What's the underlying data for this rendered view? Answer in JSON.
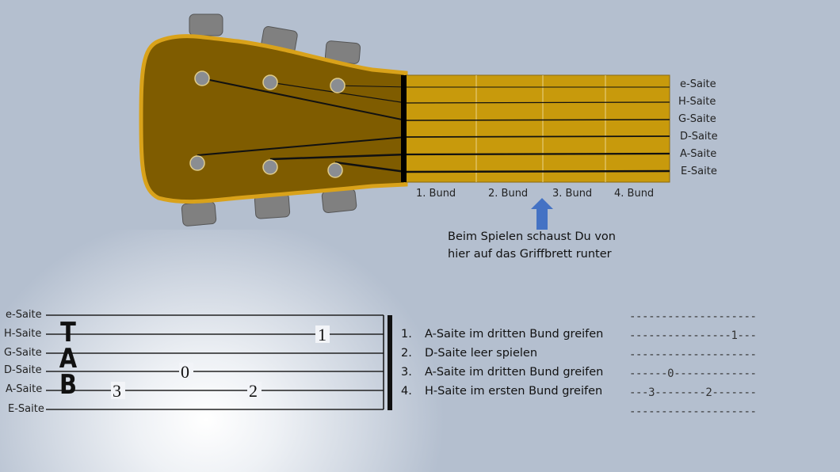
{
  "fretboard": {
    "string_labels": [
      "e-Saite",
      "H-Saite",
      "G-Saite",
      "D-Saite",
      "A-Saite",
      "E-Saite"
    ],
    "fret_labels": [
      "1. Bund",
      "2. Bund",
      "3. Bund",
      "4. Bund"
    ],
    "caption_line1": "Beim Spielen schaust Du von",
    "caption_line2": "hier auf das Griffbrett runter",
    "colors": {
      "headstock": "#7f5c00",
      "headstock_edge": "#d9a21a",
      "fretboard": "#c89a0c",
      "arrow": "#4472c4",
      "tuner": "#7f7f7f"
    }
  },
  "tab": {
    "string_labels": [
      "e-Saite",
      "H-Saite",
      "G-Saite",
      "D-Saite",
      "A-Saite",
      "E-Saite"
    ],
    "clef": [
      "T",
      "A",
      "B"
    ],
    "notes": [
      {
        "string": "A-Saite",
        "fret": "3"
      },
      {
        "string": "D-Saite",
        "fret": "0"
      },
      {
        "string": "A-Saite",
        "fret": "2"
      },
      {
        "string": "H-Saite",
        "fret": "1"
      }
    ],
    "note_labels": {
      "n1": "3",
      "n2": "0",
      "n3": "2",
      "n4": "1"
    }
  },
  "steps": [
    {
      "num": "1.",
      "text": "A-Saite im dritten Bund greifen"
    },
    {
      "num": "2.",
      "text": "D-Saite leer spielen"
    },
    {
      "num": "3.",
      "text": "A-Saite im dritten Bund greifen"
    },
    {
      "num": "4.",
      "text": "H-Saite im ersten Bund greifen"
    }
  ],
  "ascii_tab": [
    "--------------------",
    "----------------1---",
    "--------------------",
    "------0-------------",
    "---3--------2-------",
    "--------------------"
  ]
}
